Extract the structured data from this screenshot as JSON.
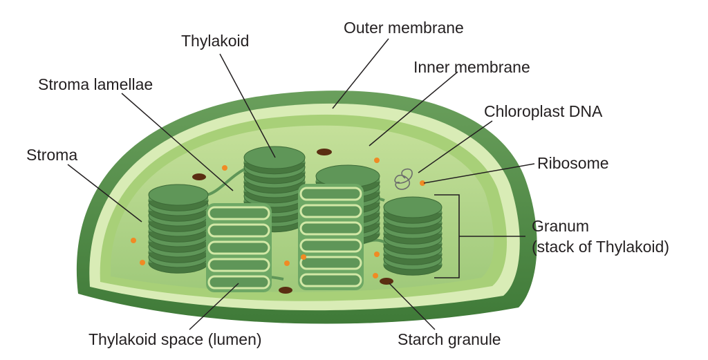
{
  "labels": {
    "thylakoid": "Thylakoid",
    "outer_membrane": "Outer membrane",
    "inner_membrane": "Inner membrane",
    "stroma_lamellae": "Stroma lamellae",
    "chloroplast_dna": "Chloroplast DNA",
    "stroma": "Stroma",
    "ribosome": "Ribosome",
    "granum_line1": "Granum",
    "granum_line2": "(stack of Thylakoid)",
    "thylakoid_space": "Thylakoid space (lumen)",
    "starch_granule": "Starch granule"
  },
  "colors": {
    "outer_membrane": "#4f8a45",
    "inner_membrane": "#c9e2a2",
    "stroma": "#b0d48a",
    "disc": "#5f9658",
    "disc_dark": "#47773f",
    "lumen_rim": "#d2e8a6",
    "ribosome": "#f08a24",
    "starch": "#5a2e12",
    "leader_line": "#231f20"
  }
}
